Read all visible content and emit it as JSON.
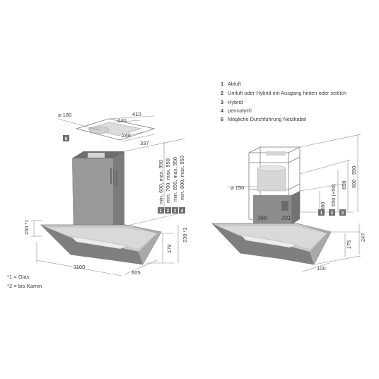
{
  "legend": {
    "items": [
      {
        "num": "1",
        "text": "Abluft"
      },
      {
        "num": "2",
        "text": "Umluft oder Hybrid mit Ausgang hinten oder seitlich"
      },
      {
        "num": "3",
        "text": "Hybrid"
      },
      {
        "num": "4",
        "text": "permalyt®"
      },
      {
        "num": "6",
        "text": "Mögliche Durchführung Netzkabel"
      }
    ]
  },
  "footnotes": {
    "glas": "*1 = Glas",
    "kamin": "*2 = bis Kamin"
  },
  "left_view": {
    "diameter": "⌀ 180",
    "top_410": "410",
    "top_240a": "240",
    "top_240b": "240",
    "top_337": "337",
    "badge_6": "6",
    "chimney_1": "min. 600, max. 950",
    "chimney_2": "min. 700, max. 950",
    "chimney_3": "min. 850, max. 950",
    "chimney_4": "min. 800, max. 950",
    "badges": [
      "1",
      "2",
      "3",
      "4"
    ],
    "dim_250": "250 *1",
    "dim_179": "179",
    "dim_230": "230 *1",
    "dim_1100": "1100",
    "dim_605": "605"
  },
  "right_view": {
    "diameter": "⌀ 150",
    "dim_368": "368",
    "dim_301": "301",
    "dim_380": "380",
    "dim_650": "650 (+50)",
    "dim_850": "850",
    "dim_600_950": "600 - 950",
    "badges": [
      "1",
      "2",
      "3"
    ],
    "dim_175": "175",
    "dim_247": "247",
    "dim_100": "100"
  },
  "colors": {
    "hood_body": "#8c8c8c",
    "hood_dark": "#6a6a6a",
    "hood_light": "#c4c4c4",
    "line": "#7a7a7a",
    "text": "#3a3a3a"
  }
}
